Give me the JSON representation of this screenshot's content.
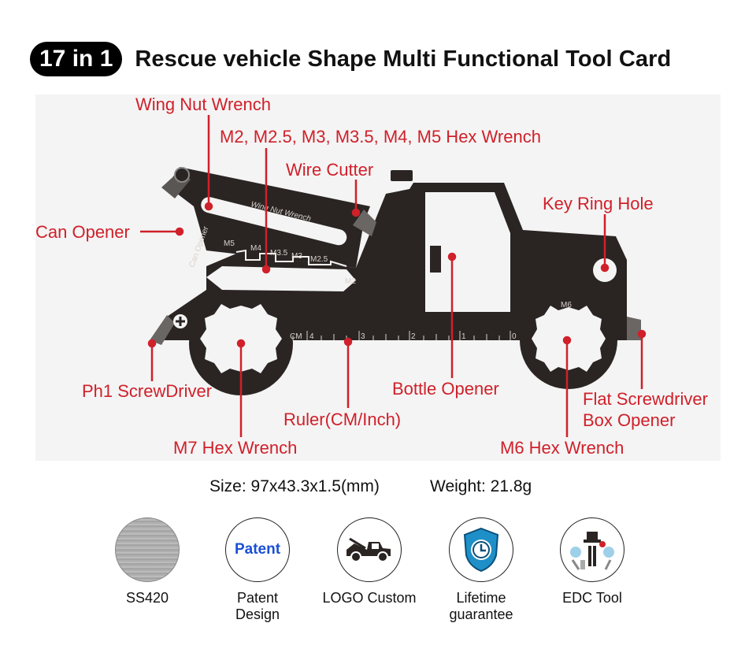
{
  "header": {
    "badge": "17 in 1",
    "title": "Rescue vehicle Shape Multi Functional Tool Card"
  },
  "callouts": {
    "wing_nut": "Wing Nut Wrench",
    "hex": "M2, M2.5, M3, M3.5, M4, M5 Hex Wrench",
    "wire_cutter": "Wire Cutter",
    "key_ring": "Key Ring Hole",
    "can_opener": "Can Opener",
    "ph1": "Ph1 ScrewDriver",
    "bottle": "Bottle Opener",
    "flat1": "Flat Screwdriver",
    "flat2": "Box Opener",
    "ruler": "Ruler(CM/Inch)",
    "m7": "M7 Hex Wrench",
    "m6": "M6 Hex Wrench"
  },
  "engravings": {
    "wing": "Wing Nut Wrench",
    "can": "Can Opener",
    "m5": "M5",
    "m4": "M4",
    "m35": "M3.5",
    "m3": "M3",
    "m25": "M2.5",
    "m2": "M2",
    "m6": "M6",
    "cm": "CM",
    "r4": "4",
    "r3": "3",
    "r2": "2",
    "r1": "1",
    "r0": "0"
  },
  "specs": {
    "size": "Size: 97x43.3x1.5(mm)",
    "weight": "Weight: 21.8g"
  },
  "features": [
    {
      "label1": "SS420",
      "label2": "",
      "icon": "steel-disc-icon"
    },
    {
      "label1": "Patent",
      "label2": "Design",
      "icon": "patent-icon",
      "icon_text": "Patent"
    },
    {
      "label1": "LOGO Custom",
      "label2": "",
      "icon": "tow-truck-icon"
    },
    {
      "label1": "Lifetime",
      "label2": "guarantee",
      "icon": "shield-clock-icon"
    },
    {
      "label1": "EDC Tool",
      "label2": "",
      "icon": "tools-icon"
    }
  ],
  "colors": {
    "accent": "#d0202a",
    "tool": "#2a2523",
    "badge": "#000000",
    "patent_blue": "#1a4fd6"
  }
}
